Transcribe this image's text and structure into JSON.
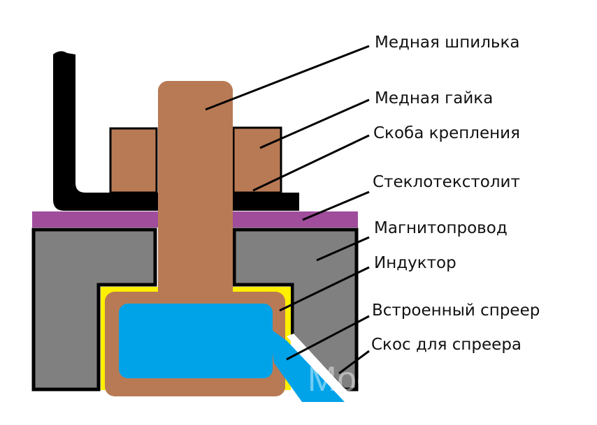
{
  "title": "Схема индуктора",
  "colors": {
    "copper": "#b87a55",
    "glass_textolite": "#a04d9c",
    "magnetic_core": "#808080",
    "insulation": "#ffef00",
    "water": "#00a2e8",
    "outline": "#000000"
  },
  "labels": [
    {
      "id": "stud",
      "text": "Медная шпилька"
    },
    {
      "id": "nut",
      "text": "Медная гайка"
    },
    {
      "id": "bracket",
      "text": "Скоба крепления"
    },
    {
      "id": "textolite",
      "text": "Стеклотекстолит"
    },
    {
      "id": "core",
      "text": "Магнитопровод"
    },
    {
      "id": "inductor",
      "text": "Индуктор"
    },
    {
      "id": "sprayer",
      "text": "Встроенный спреер"
    },
    {
      "id": "bevel",
      "text": "Скос для спреера"
    }
  ],
  "watermark": "Мосиндуктор"
}
